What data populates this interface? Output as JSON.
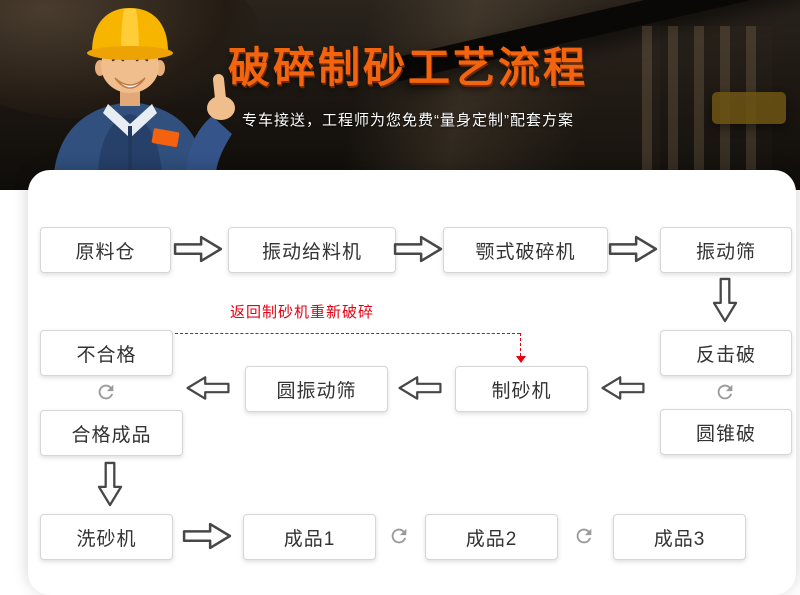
{
  "hero": {
    "title": "破碎制砂工艺流程",
    "subtitle": "专车接送，工程师为您免费“量身定制”配套方案"
  },
  "flowchart": {
    "return_note": "返回制砂机重新破碎",
    "nodes": {
      "raw_bin": "原料仓",
      "vibrating_feeder": "振动给料机",
      "jaw_crusher": "颚式破碎机",
      "vibrating_screen": "振动筛",
      "impact_crusher": "反击破",
      "cone_crusher": "圆锥破",
      "sand_maker": "制砂机",
      "circular_vibrating_screen": "圆振动筛",
      "unqualified": "不合格",
      "qualified_product": "合格成品",
      "sand_washer": "洗砂机",
      "product_1": "成品1",
      "product_2": "成品2",
      "product_3": "成品3"
    },
    "colors": {
      "title_accent": "#f4640e",
      "return_line": "#e60012",
      "arrow_outline": "#474747",
      "recycle_gray": "#9a9a9a"
    },
    "icons": {
      "flow_arrow": "hollow-outline-arrow",
      "recycle": "refresh-cycle-arrow"
    }
  }
}
